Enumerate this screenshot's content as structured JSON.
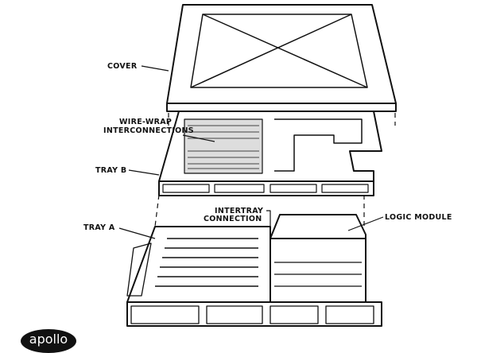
{
  "diagram": {
    "labels": {
      "cover": "COVER",
      "wire_wrap_line1": "WIRE-WRAP",
      "wire_wrap_line2": "INTERCONNECTIONS",
      "tray_b": "TRAY B",
      "tray_a": "TRAY A",
      "intertray_line1": "INTERTRAY",
      "intertray_line2": "CONNECTION",
      "logic_module": "LOGIC MODULE"
    },
    "logo": "apollo"
  }
}
